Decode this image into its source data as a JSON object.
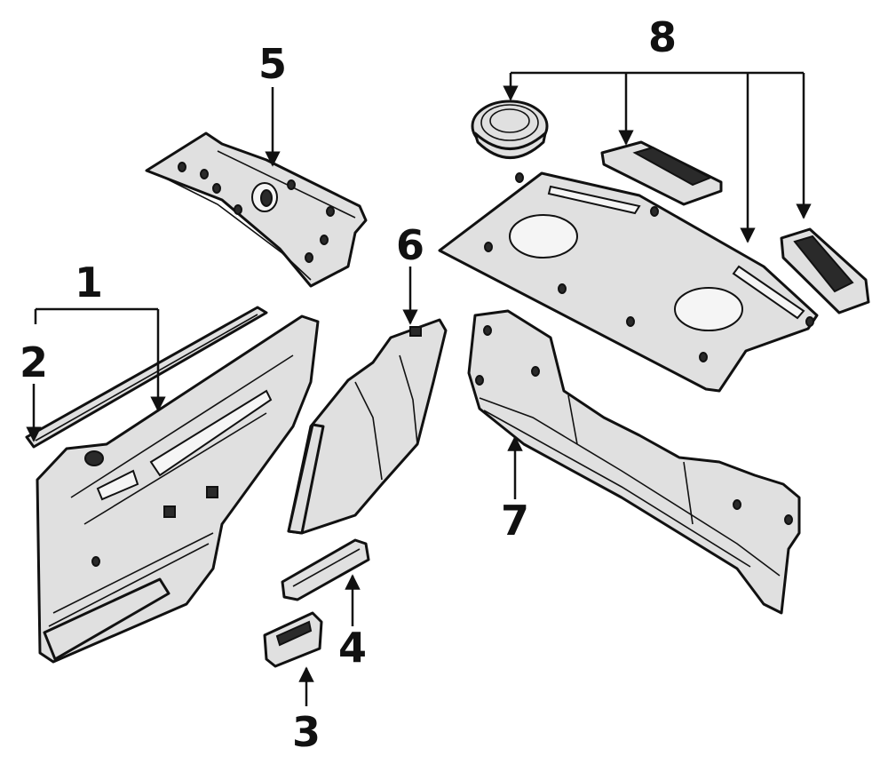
{
  "callouts": [
    {
      "id": "1",
      "text": "1"
    },
    {
      "id": "2",
      "text": "2"
    },
    {
      "id": "3",
      "text": "3"
    },
    {
      "id": "4",
      "text": "4"
    },
    {
      "id": "5",
      "text": "5"
    },
    {
      "id": "6",
      "text": "6"
    },
    {
      "id": "7",
      "text": "7"
    },
    {
      "id": "8",
      "text": "8"
    }
  ],
  "colors": {
    "ink": "#111111",
    "panel": "#e0e0e0",
    "background": "#ffffff"
  }
}
